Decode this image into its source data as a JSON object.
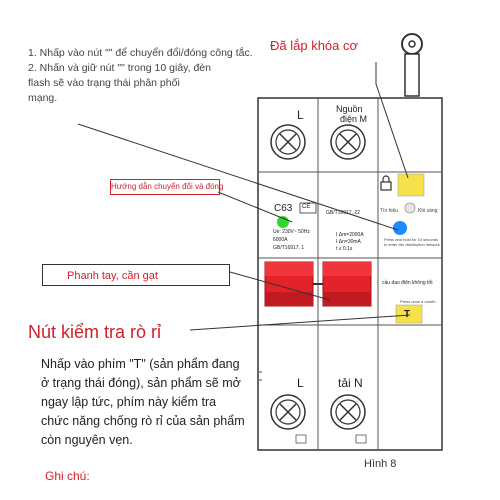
{
  "instructions": {
    "line1": "1. Nhấp vào nút \"\" để chuyển đổi/đóng công tắc.",
    "line2": "2. Nhấn và giữ nút \"\" trong 10 giây, đèn",
    "line3": "flash sẽ vào trạng thái phân phối",
    "line4": "mạng."
  },
  "lock_label": "Đã lắp khóa cơ",
  "top_labels": {
    "L": "L",
    "source": "Nguồn",
    "line_in": "điện M"
  },
  "guide_label": "Hướng dẫn chuyển đổi và đóng",
  "panel": {
    "model": "C63",
    "cert": "CE",
    "standard_left": "GB/T16917. 1",
    "ratings": "Ue: 230V~ 50Hz",
    "breaking": "6000A",
    "standard_mid": "GB/T16917. 22",
    "leak1": "I Δm=2000A",
    "leak2": "I Δn=30mA",
    "leak3": "t ≤ 0.1s",
    "signal": "Tín hiệu",
    "key": "Khi sáng",
    "note": "Press and hold for 10 seconds to enter the distribution network",
    "cb_label": "cầu dao điện không tốt"
  },
  "handle_label": "Phanh tay, cần gạt",
  "test_heading": "Nút kiểm tra rò rỉ",
  "test_text": {
    "l1": "Nhấp vào phím \"T\" (sản phẩm đang",
    "l2": "ở trạng thái đóng), sản phẩm sẽ mở",
    "l3": "ngay lập tức, phím này kiểm tra",
    "l4": "chức năng chống rò rỉ của sản phẩm",
    "l5": "còn nguyên vẹn."
  },
  "test_button": {
    "label": "T",
    "note": "Press once a month"
  },
  "bottom_labels": {
    "L": "L",
    "N": "tải N"
  },
  "figure_caption": "Hình 8",
  "note_label": "Ghi chú:",
  "colors": {
    "accent_red": "#d0202a",
    "handle_red": "#e3222a",
    "yellow": "#f5e24a",
    "blue_led": "#1a8cff",
    "green_led": "#2fd82f"
  }
}
